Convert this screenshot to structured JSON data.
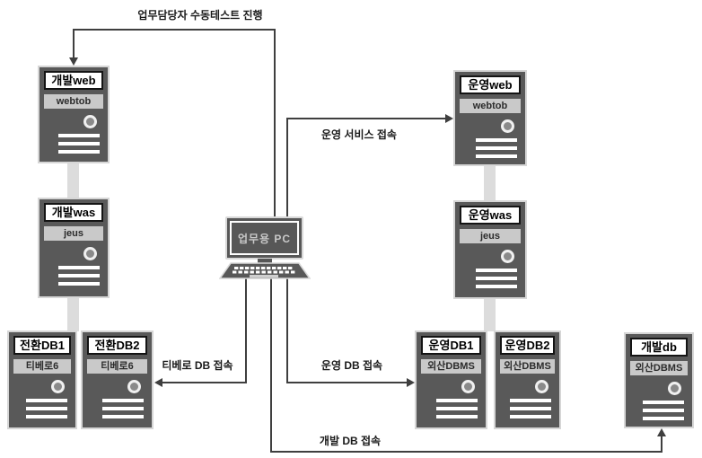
{
  "colors": {
    "background": "#ffffff",
    "server_body": "#595959",
    "server_border": "#d6d6d6",
    "title_bg": "#ffffff",
    "middleware_bg": "#c9c9c9",
    "connector_bar": "#dcdcdc",
    "arrow_line": "#3f3f3f",
    "label_text": "#1a1a1a"
  },
  "servers": {
    "dev_web": {
      "title": "개발web",
      "middleware": "webtob"
    },
    "dev_was": {
      "title": "개발was",
      "middleware": "jeus"
    },
    "conv_db1": {
      "title": "전환DB1",
      "middleware": "티베로6"
    },
    "conv_db2": {
      "title": "전환DB2",
      "middleware": "티베로6"
    },
    "ops_web": {
      "title": "운영web",
      "middleware": "webtob"
    },
    "ops_was": {
      "title": "운영was",
      "middleware": "jeus"
    },
    "ops_db1": {
      "title": "운영DB1",
      "middleware": "외산DBMS"
    },
    "ops_db2": {
      "title": "운영DB2",
      "middleware": "외산DBMS"
    },
    "dev_db": {
      "title": "개발db",
      "middleware": "외산DBMS"
    }
  },
  "pc": {
    "label": "업무용 PC"
  },
  "connections": {
    "manual_test": {
      "label": "업무담당자 수동테스트 진행",
      "from": "pc",
      "to": "dev_web"
    },
    "ops_service": {
      "label": "운영 서비스 접속",
      "from": "pc",
      "to": "ops_web"
    },
    "tibero_db": {
      "label": "티베로 DB 접속",
      "from": "pc",
      "to": "conv_db2"
    },
    "ops_db": {
      "label": "운영 DB 접속",
      "from": "pc",
      "to": "ops_db1"
    },
    "dev_db": {
      "label": "개발 DB 접속",
      "from": "pc",
      "to": "dev_db"
    }
  },
  "icons": [
    "monitor-icon",
    "keyboard-icon",
    "power-led-icon",
    "server-vents-icon",
    "arrowhead-icon"
  ]
}
